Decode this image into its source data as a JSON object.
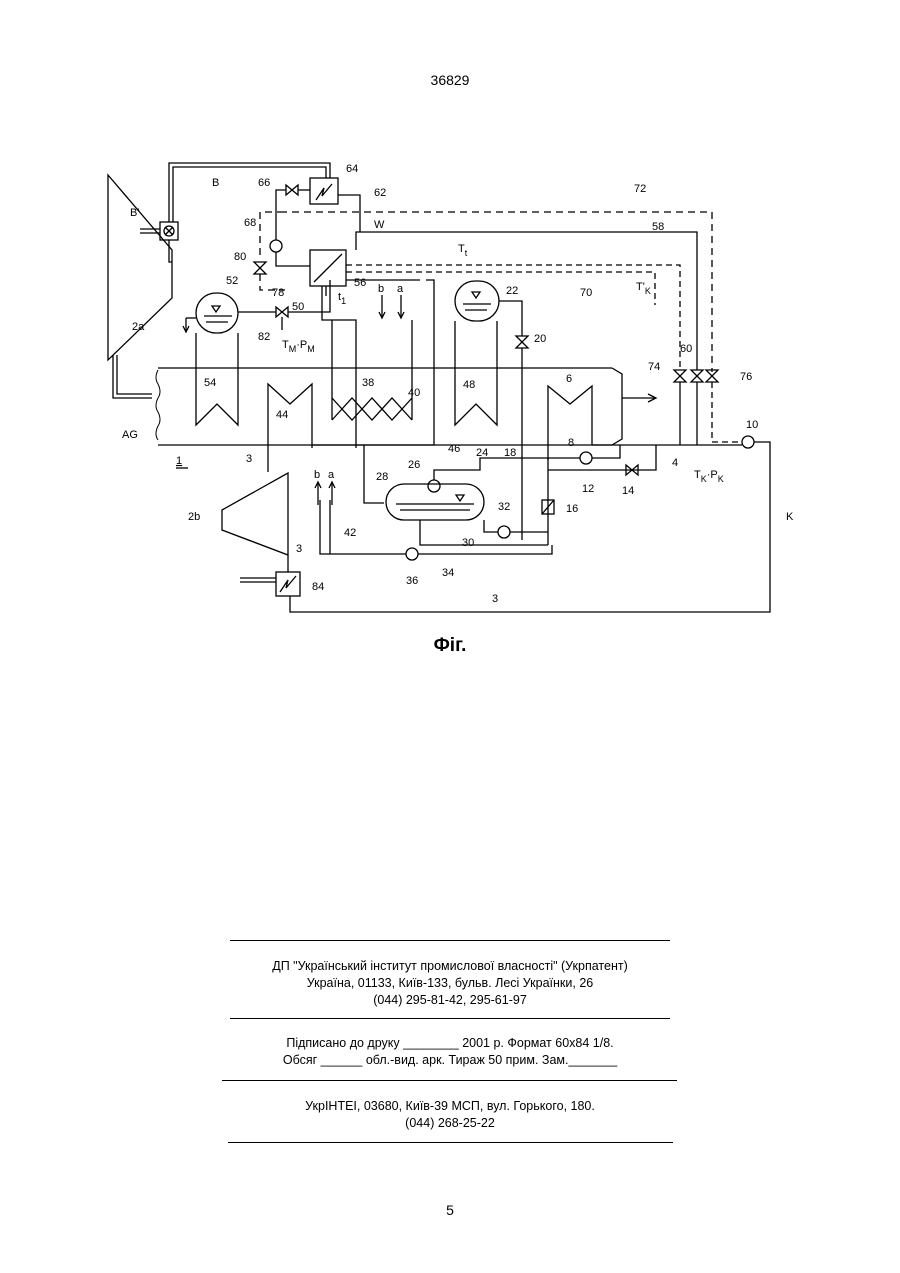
{
  "header": {
    "document_number": "36829"
  },
  "figure": {
    "caption": "Фіг.",
    "labels": {
      "B_prime": "B'",
      "B": "B",
      "W": "W",
      "AG": "AG",
      "K": "K",
      "Tt": "T",
      "Tt_sub": "t",
      "Tk_prime": "T'",
      "Tk_prime_sub": "K",
      "t1": "t",
      "t1_sub": "1",
      "TmPm": "T",
      "TmPm_sub1": "M",
      "TmPm_mid": "·P",
      "TmPm_sub2": "M",
      "TkPk": "T",
      "TkPk_sub1": "K",
      "TkPk_mid": "·P",
      "TkPk_sub2": "K",
      "a": "a",
      "b": "b",
      "n1": "1",
      "n2a": "2a",
      "n2b": "2b",
      "n3": "3",
      "n4": "4",
      "n6": "6",
      "n8": "8",
      "n10": "10",
      "n12": "12",
      "n14": "14",
      "n16": "16",
      "n18": "18",
      "n20": "20",
      "n22": "22",
      "n24": "24",
      "n26": "26",
      "n28": "28",
      "n30": "30",
      "n32": "32",
      "n34": "34",
      "n36": "36",
      "n38": "38",
      "n40": "40",
      "n42": "42",
      "n44": "44",
      "n46": "46",
      "n48": "48",
      "n50": "50",
      "n52": "52",
      "n54": "54",
      "n56": "56",
      "n58": "58",
      "n60": "60",
      "n62": "62",
      "n64": "64",
      "n66": "66",
      "n68": "68",
      "n70": "70",
      "n72": "72",
      "n74": "74",
      "n76": "76",
      "n78": "78",
      "n80": "80",
      "n82": "82",
      "n84": "84"
    }
  },
  "imprint": {
    "org_line": "ДП \"Український інститут промислової власності\" (Укрпатент)",
    "address_line": "Україна, 01133, Київ-133, бульв. Лесі Українки, 26",
    "phone_line": "(044) 295-81-42, 295-61-97",
    "signed_line": "Підписано до друку ________ 2001 р.    Формат 60х84 1/8.",
    "volume_line": "Обсяг ______ обл.-вид. арк.   Тираж 50 прим.    Зам._______",
    "printer_line": "УкрІНТЕІ, 03680, Київ-39 МСП, вул. Горького, 180.",
    "printer_phone": "(044) 268-25-22"
  },
  "footer": {
    "page_number": "5"
  }
}
